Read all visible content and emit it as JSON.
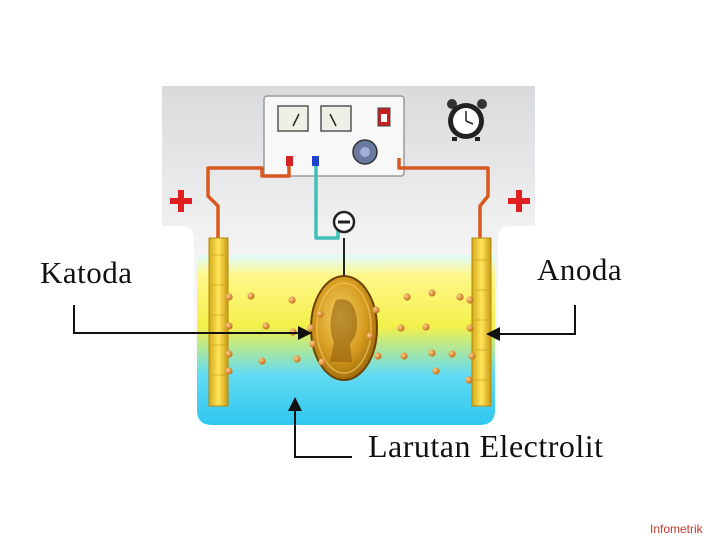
{
  "labels": {
    "cathode": "Katoda",
    "anode": "Anoda",
    "electrolyte": "Larutan Electrolit"
  },
  "terminal_signs": {
    "left": "+",
    "right": "+",
    "center": "−"
  },
  "watermark": "Infometrik",
  "icons": [
    "power-supply-icon",
    "stopwatch-icon",
    "coin-icon"
  ],
  "colors": {
    "electrolyte_top": "#ffff66",
    "electrolyte_bottom": "#33ccff",
    "electrode": "#f2d23a",
    "wire_positive": "#d9581f",
    "wire_negative": "#3fbfb5",
    "ions": "#d98a1f",
    "plus_sign": "#e02020",
    "watermark": "#c0392b"
  }
}
